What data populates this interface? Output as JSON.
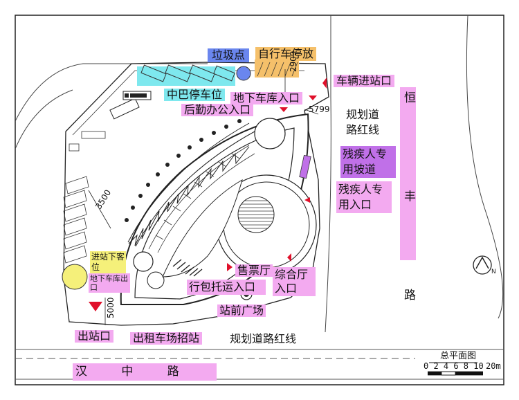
{
  "labels": {
    "garbage_point": "垃圾点",
    "bicycle_parking": "自行车停放",
    "vehicle_entry": "车辆进站口",
    "bus_parking": "中巴停车位",
    "underground_garage_entry": "地下车库入口",
    "dim_2909": "2909",
    "logistics_office_entry": "后勤办公入口",
    "dim_5799": "5799",
    "planned_red_line_right": "规划道路红线",
    "heng_feng_road": "恒 丰 路",
    "disabled_ramp": "残疾人专用坡道",
    "disabled_entry": "残疾人专用入口",
    "dim_3500": "3500",
    "arrival_passenger_spot": "进站下客位",
    "underground_garage_exit": "地下车库出口",
    "ticket_hall": "售票厅",
    "baggage_entry": "行包托运入口",
    "general_hall_entry": "综合厅入口",
    "dim_5000": "5000",
    "station_square": "站前广场",
    "exit": "出站口",
    "taxi_stand": "出租车场招站",
    "planned_red_line_bottom": "规划道路红线",
    "hanzhong_road": "汉 中 路",
    "plan_title": "总平面图",
    "scale_ticks": "0 2 4 6 8 10",
    "scale_end": "20m"
  },
  "colors": {
    "pink": "#f3aaf0",
    "purple": "#c070e8",
    "cyan": "#7ee8ee",
    "orange": "#f5c06a",
    "blue": "#6a86ee",
    "yellow": "#f5f07a",
    "arrow_red": "#e0102a"
  }
}
